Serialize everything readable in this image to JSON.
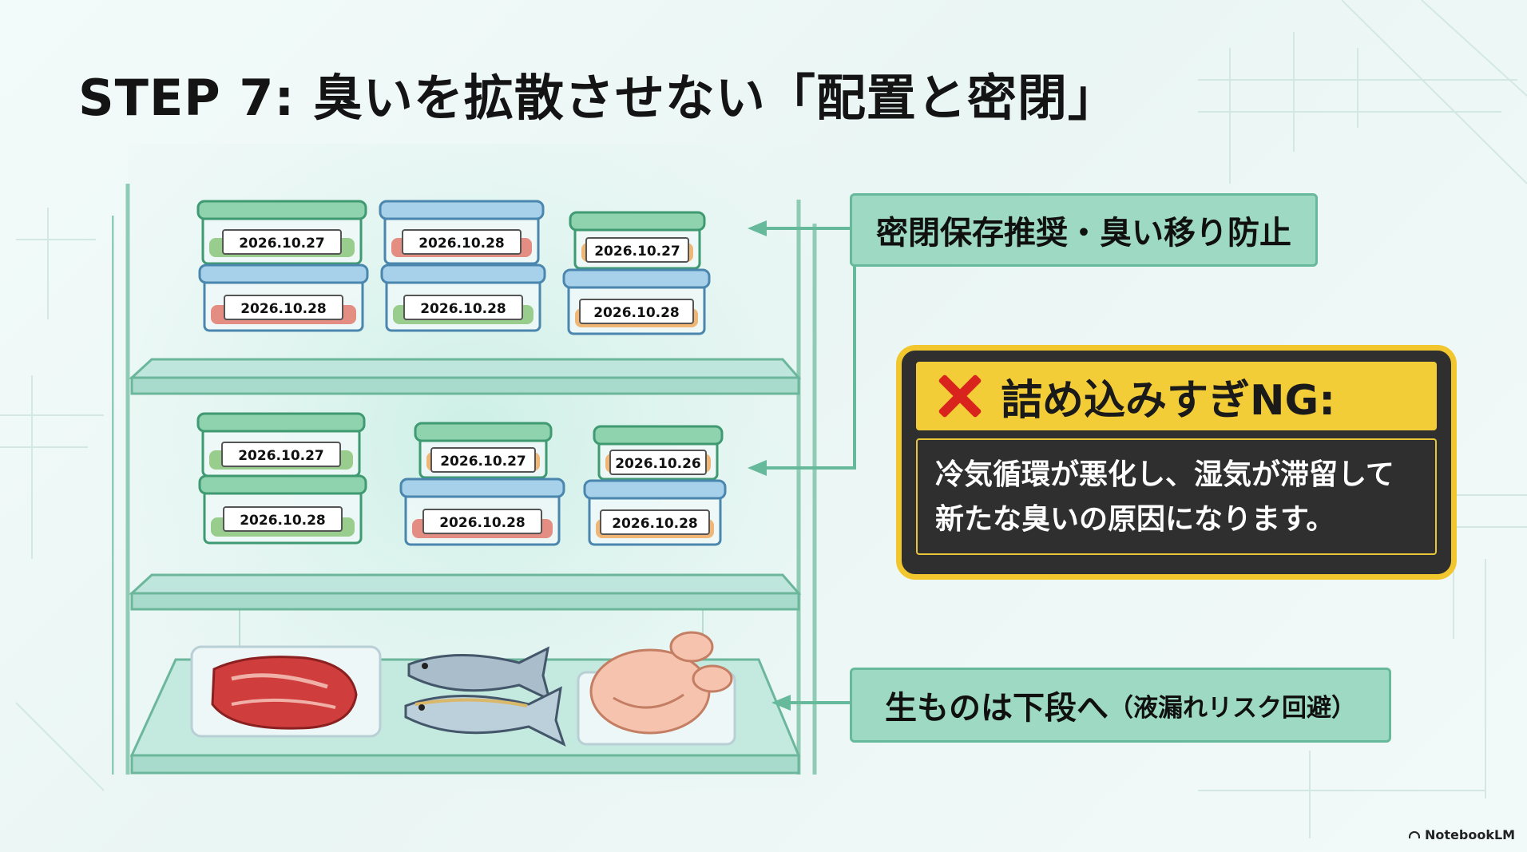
{
  "title": "STEP 7: 臭いを拡散させない「配置と密閉」",
  "callouts": {
    "top": "密閉保存推奨・臭い移り防止",
    "bottom_main": "生ものは下段へ",
    "bottom_note": "（液漏れリスク回避）"
  },
  "warning": {
    "icon": "x-mark-icon",
    "title": "詰め込みすぎNG:",
    "lines": [
      "冷気循環が悪化し、湿気が滞留して",
      "新たな臭いの原因になります。"
    ]
  },
  "shelves": [
    {
      "name": "top-shelf",
      "containers": [
        {
          "lid": "green",
          "food": "greens",
          "label": "2026.10.27"
        },
        {
          "lid": "blue",
          "food": "meat",
          "label": "2026.10.28"
        },
        {
          "lid": "blue",
          "food": "meat",
          "label": "2026.10.28"
        },
        {
          "lid": "blue",
          "food": "greens",
          "label": "2026.10.28"
        },
        {
          "lid": "green",
          "food": "orange",
          "label": "2026.10.27"
        },
        {
          "lid": "blue",
          "food": "orange",
          "label": "2026.10.28"
        }
      ]
    },
    {
      "name": "middle-shelf",
      "containers": [
        {
          "lid": "green",
          "food": "greens",
          "label": "2026.10.27"
        },
        {
          "lid": "green",
          "food": "greens",
          "label": "2026.10.28"
        },
        {
          "lid": "green",
          "food": "orange",
          "label": "2026.10.27"
        },
        {
          "lid": "blue",
          "food": "meat",
          "label": "2026.10.28"
        },
        {
          "lid": "green",
          "food": "orange",
          "label": "2026.10.26"
        },
        {
          "lid": "blue",
          "food": "orange",
          "label": "2026.10.28"
        }
      ]
    },
    {
      "name": "bottom-shelf",
      "items": [
        "steak-icon",
        "fish-icon",
        "chicken-icon"
      ]
    }
  ],
  "brand": "NotebookLM",
  "colors": {
    "mint": "#9dd9c3",
    "mint_border": "#67b99c",
    "lid_green": "#8fd3ae",
    "lid_blue": "#a7d1ea",
    "warning_yellow": "#f2c72e",
    "warning_dark": "#2f2f2f",
    "x_red": "#d8241c"
  }
}
